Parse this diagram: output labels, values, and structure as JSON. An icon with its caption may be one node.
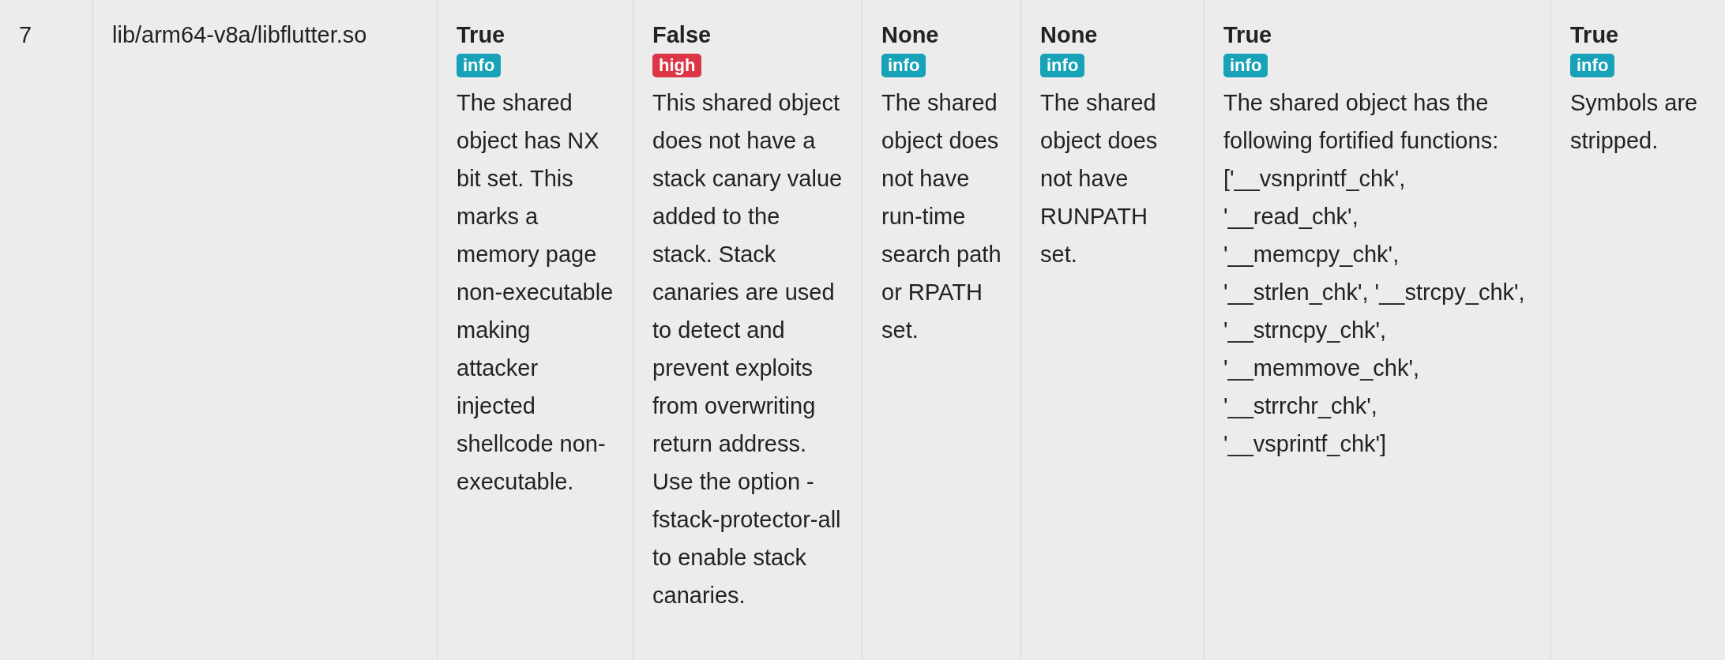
{
  "diagram": {
    "labels": [
      "7",
      "lib/arm64-v8a/libflutter.so",
      "True",
      "info",
      "The shared object has NX bit set. This marks a memory page non-executable making attacker injected shellcode non-executable.",
      "False",
      "high",
      "This shared object does not have a stack canary value added to the stack. Stack canaries are used to detect and prevent exploits from overwriting return address. Use the option -fstack-protector-all to enable stack canaries.",
      "None",
      "info",
      "The shared object does not have run-time search path or RPATH set.",
      "None",
      "info",
      "The shared object does not have RUNPATH set.",
      "True",
      "info",
      "The shared object has the following fortified functions: ['__vsnprintf_chk', '__read_chk', '__memcpy_chk', '__strlen_chk', '__strcpy_chk', '__strncpy_chk', '__memmove_chk', '__strrchr_chk', '__vsprintf_chk']",
      "True",
      "info",
      "Symbols are stripped."
    ]
  }
}
